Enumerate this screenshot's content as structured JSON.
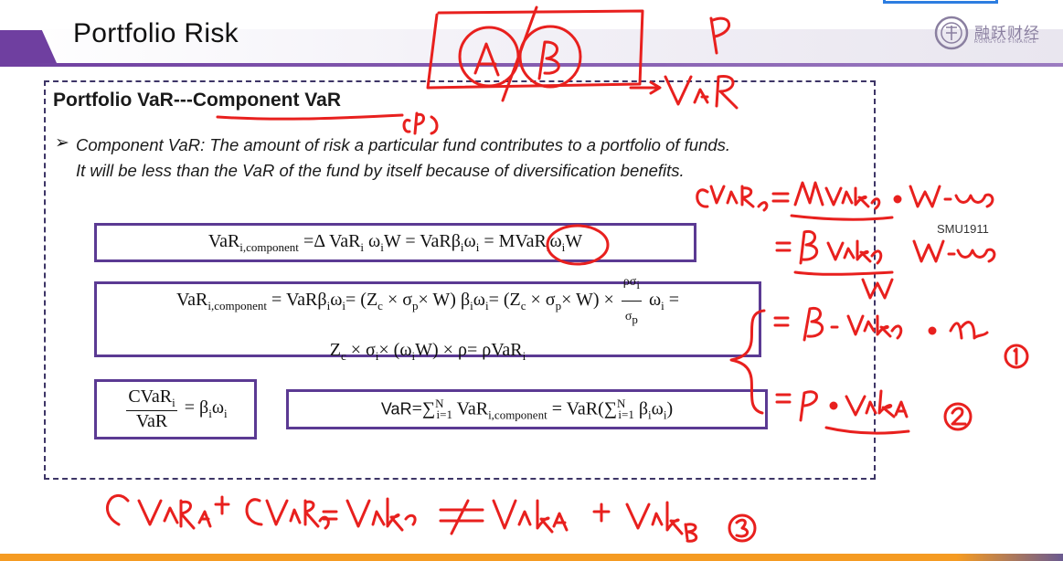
{
  "slide": {
    "title": "Portfolio Risk",
    "logo_name": "融跃财经",
    "logo_sub": "RONGYUE FINANCE"
  },
  "content": {
    "section_title": "Portfolio VaR---Component  VaR",
    "bullet_symbol": "➢",
    "description_line1": "Component VaR: The amount of risk a particular fund contributes to a portfolio of funds.",
    "description_line2": "It will be less than the VaR of the fund by itself because of diversification benefits."
  },
  "formulas": {
    "f1": "VaR_i,component = Δ VaR_i ω_i W = VaR β_i ω_i = MVaR_i ω_i W",
    "f2_line1": "VaR_i,component = VaR β_i ω_i = (Z_c × σ_p × W) β_i ω_i = (Z_c × σ_p × W) × ρσ_i/σ_p ω_i =",
    "f2_line2": "Z_c × σ_i × (ω_i W) × ρ = ρVaR_i",
    "f3": "CVaR_i / VaR = β_i ω_i",
    "f4": "VaR = Σ VaR_i,component = VaR(Σ β_i ω_i)"
  },
  "watermark": "SMU1911",
  "annotations": {
    "ink_color": "#e8201e",
    "handwriting_top_right": "ρ",
    "handwriting_var": "VaR",
    "handwriting_cvar": "CVaR_A = MVaR_A · W · ω_A",
    "handwriting_eq2": "= β VaR_P · W·ω_A / W",
    "handwriting_eq3": "= β · VaR_P · ω_A",
    "handwriting_eq4": "= ρ · VaR_A",
    "handwriting_bottom": "CVaR_A + CVaR_B = VaR_P ≠ VaR_A + VaR_B",
    "circle_labels": [
      "A",
      "B"
    ],
    "numbers": [
      "1",
      "2",
      "3"
    ]
  },
  "colors": {
    "accent_purple": "#6f3fa0",
    "frame_border": "#3d3566",
    "formula_border": "#5b3a93",
    "bottom_orange": "#f59b22"
  }
}
